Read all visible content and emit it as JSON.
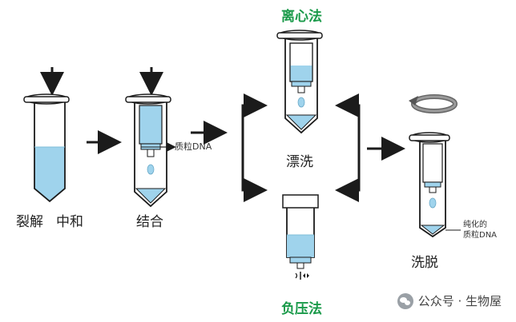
{
  "labels": {
    "centrifuge_method": "离心法",
    "vacuum_method": "负压法",
    "lysis": "裂解",
    "neutralize": "中和",
    "bind": "结合",
    "plasmid_dna": "质粒DNA",
    "wash": "漂洗",
    "elute": "洗脱",
    "purified_line1": "纯化的",
    "purified_line2": "质粒DNA"
  },
  "watermark": {
    "text": "公众号 · 生物屋",
    "icon": "wechat-icon"
  },
  "colors": {
    "liquid": "#9fd3ec",
    "outline": "#1b1b1b",
    "green_label": "#1a9a4a"
  }
}
